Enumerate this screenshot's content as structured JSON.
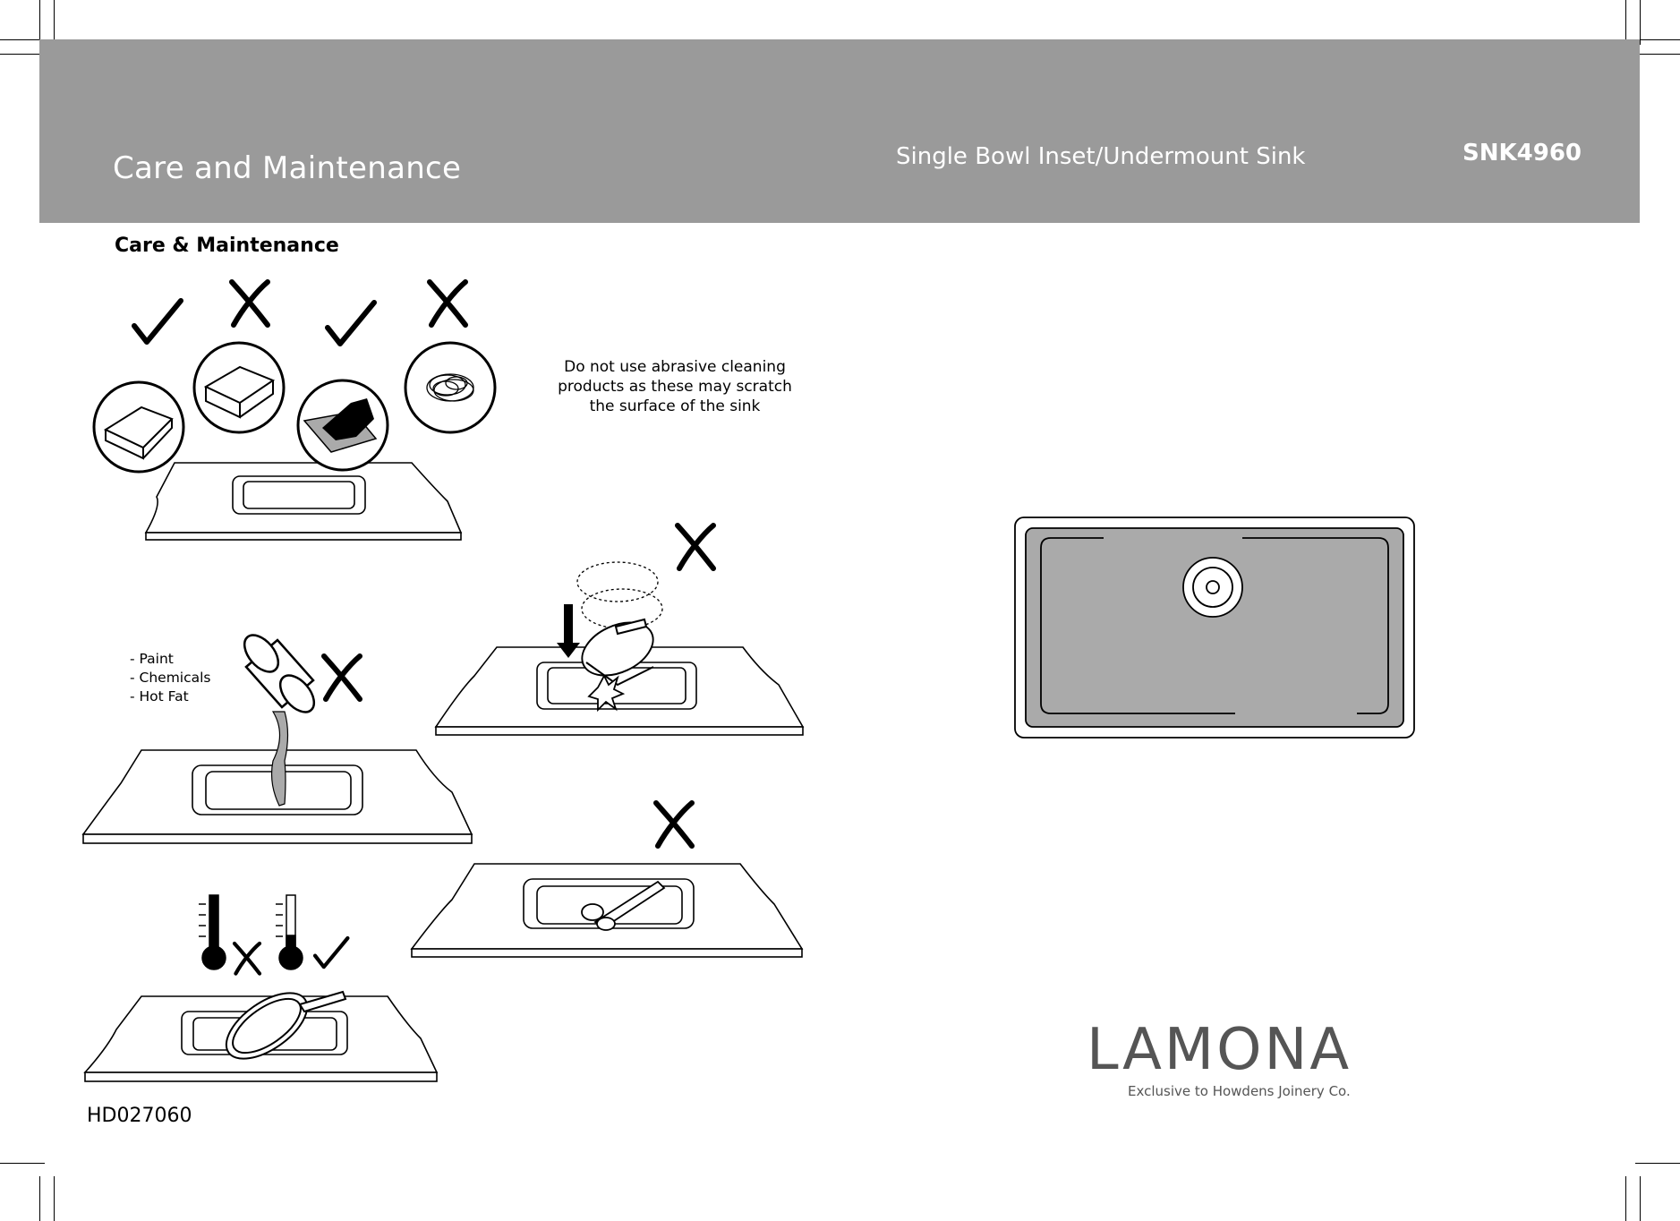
{
  "header": {
    "title": "Care and Maintenance",
    "product": "Single Bowl Inset/Undermount Sink",
    "code": "SNK4960"
  },
  "section": {
    "heading": "Care & Maintenance",
    "abrasive_note": "Do not use abrasive cleaning products as these may scratch the surface of the sink",
    "substances": [
      "- Paint",
      "- Chemicals",
      "- Hot Fat"
    ]
  },
  "footer": {
    "document_code": "HD027060",
    "brand": "LAMONA",
    "tagline": "Exclusive to Howdens Joinery Co."
  },
  "colors": {
    "header_bg": "#9a9a9a",
    "sink_fill": "#aaaaaa",
    "brand_text": "#555555"
  },
  "icons": [
    "check-icon",
    "cross-icon",
    "thermometer-icon",
    "impact-icon",
    "arrow-down-icon"
  ]
}
